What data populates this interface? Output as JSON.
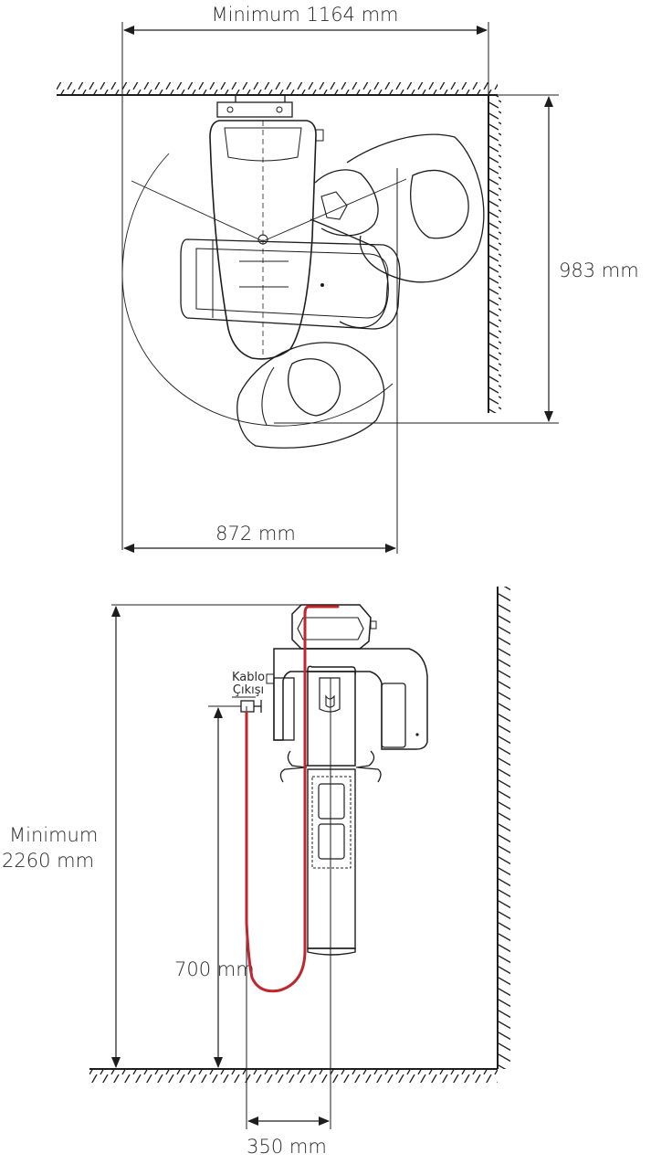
{
  "top_view": {
    "width_label": "Minimum 1164 mm",
    "depth_label": "983 mm",
    "clearance_label": "872 mm"
  },
  "side_view": {
    "height_label_line1": "Minimum",
    "height_label_line2": "2260 mm",
    "cable_label_line1": "Kablo",
    "cable_label_line2": "Çıkışı",
    "outlet_height_label": "700 mm",
    "offset_label": "350 mm"
  },
  "colors": {
    "line": "#1d1d1d",
    "cable": "#c0272d",
    "background": "#ffffff"
  }
}
